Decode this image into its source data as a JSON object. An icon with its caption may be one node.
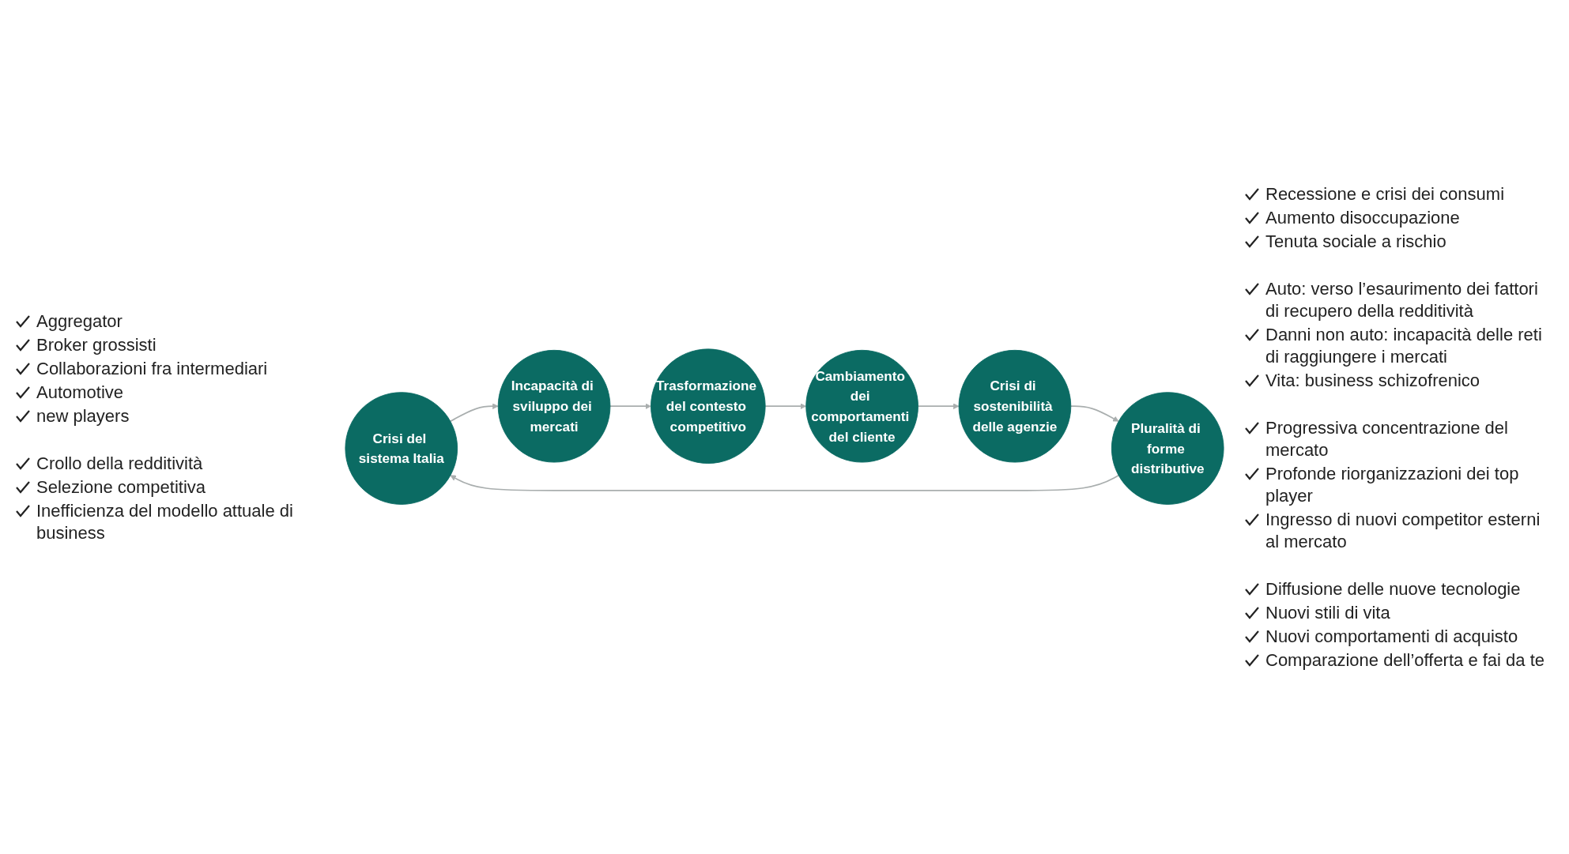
{
  "diagram": {
    "nodes": [
      {
        "text": [
          "Crisi del sistema Italia"
        ],
        "beside": [
          "Recessione e crisi dei consumi",
          "Aumento disoccupazione",
          "Tenuta sociale a rischio"
        ]
      },
      {
        "text": [
          "Pluralità di forme distributive"
        ],
        "beside": [
          "Aggregator",
          "Broker grossisti",
          "Collaborazioni fra intermediari",
          "Automotive",
          "new players"
        ]
      },
      {
        "text": [
          "Incapacità di sviluppo dei mercati"
        ],
        "beside": [
          "Auto: verso l’esaurimento dei fattori di recupero della redditività",
          "Danni non auto: incapacità delle reti di raggiungere i mercati",
          "Vita: business schizofrenico"
        ]
      },
      {
        "text": [
          "Crisi di sostenibilità delle agenzie"
        ],
        "beside": [
          "Crollo della redditività",
          "Selezione competitiva",
          "Inefficienza del modello attuale di business"
        ]
      },
      {
        "text": [
          "Trasformazione del contesto competitivo"
        ],
        "beside": [
          "Progressiva concentrazione del mercato",
          "Profonde riorganizzazioni dei top player",
          "Ingresso di nuovi competitor esterni al mercato"
        ]
      },
      {
        "text": [
          "Cambiamento dei comportamenti del cliente"
        ],
        "beside": [
          "Diffusione delle nuove tecnologie",
          "Nuovi stili di vita",
          "Nuovi comportamenti di acquisto",
          "Comparazione dell’offerta e fai da te"
        ]
      }
    ],
    "edges": [
      {
        "from": 0,
        "to": 2,
        "arrow": "to"
      },
      {
        "from": 2,
        "to": 4,
        "arrow": "to"
      },
      {
        "from": 4,
        "to": 5,
        "arrow": "to"
      },
      {
        "from": 5,
        "to": 3,
        "arrow": "to"
      },
      {
        "from": 3,
        "to": 1,
        "arrow": "to"
      },
      {
        "from": 1,
        "to": 0,
        "arrow": "to"
      }
    ]
  }
}
